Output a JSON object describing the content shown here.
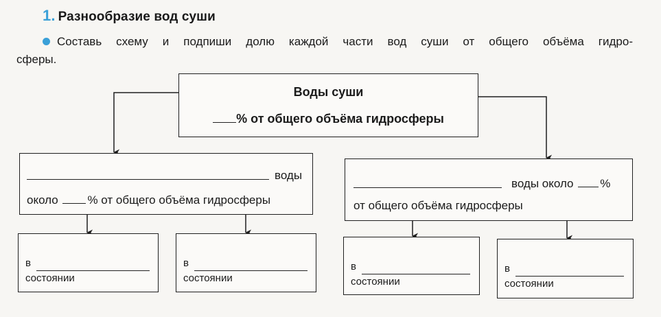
{
  "header": {
    "number": "1.",
    "title": "Разнообразие вод суши"
  },
  "task": {
    "line1": "Составь схему и подпиши долю каждой части вод суши от общего объёма гидро-",
    "line2": "сферы."
  },
  "main_box": {
    "title": "Воды суши",
    "subtitle": "% от общего объёма гидросферы"
  },
  "left_box": {
    "line1_suffix": "воды",
    "line2_prefix": "около",
    "line2_suffix": "% от общего объёма гидросферы"
  },
  "right_box": {
    "line1_suffix": "воды около",
    "line1_end": "%",
    "line2": "от общего объёма гидросферы"
  },
  "state_boxes": [
    {
      "prefix": "в",
      "label": "состоянии"
    },
    {
      "prefix": "в",
      "label": "состоянии"
    },
    {
      "prefix": "в",
      "label": "состоянии"
    },
    {
      "prefix": "в",
      "label": "состоянии"
    }
  ],
  "colors": {
    "accent": "#3aa0d8",
    "ink": "#1a1a1a",
    "paper": "#f7f6f3"
  }
}
